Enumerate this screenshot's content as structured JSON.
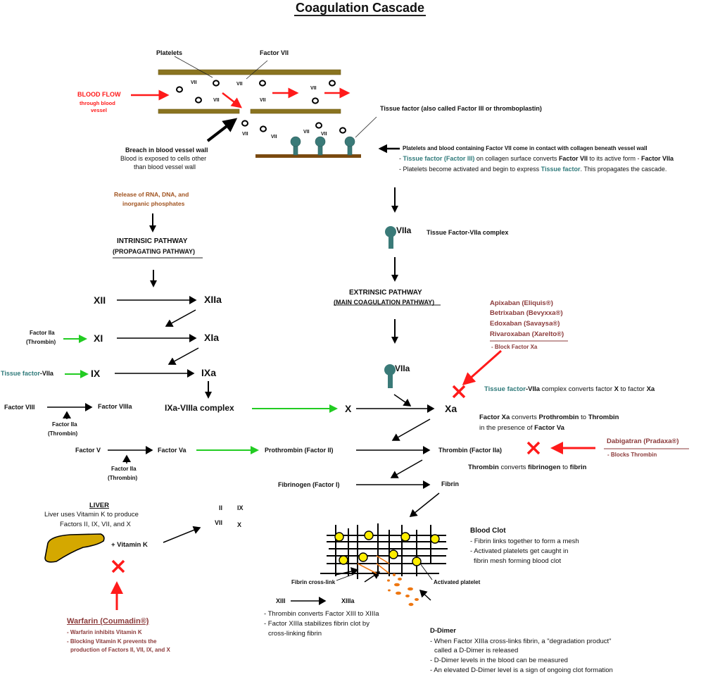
{
  "title": "Coagulation Cascade",
  "vessel": {
    "platelets_label": "Platelets",
    "factor_vii_label": "Factor VII",
    "vii_tag": "VII",
    "blood_flow": "BLOOD FLOW",
    "blood_flow_sub1": "through blood",
    "blood_flow_sub2": "vessel",
    "breach_title": "Breach in blood vessel wall",
    "breach_line1": "Blood is exposed to cells other",
    "breach_line2": "than blood vessel wall",
    "tissue_factor_label": "Tissue factor (also called Factor III or thromboplastin)",
    "contact_title": "Platelets and blood containing Factor VII come in contact with collagen beneath vessel wall",
    "contact_line1": {
      "p1": "- ",
      "tf": "Tissue factor (Factor III)",
      "p2": " on collagen surface converts ",
      "b1": "Factor VII",
      "p3": " to its active form - ",
      "b2": "Factor VIIa"
    },
    "contact_line2": {
      "p1": "- Platelets become activated and begin to express ",
      "tf": "Tissue factor",
      "p2": ". This propagates the cascade."
    }
  },
  "intrinsic": {
    "release_line1": "Release of RNA, DNA, and",
    "release_line2": "inorganic phosphates",
    "title": "INTRINSIC PATHWAY",
    "subtitle": "(PROPAGATING PATHWAY)",
    "xii": "XII",
    "xiia": "XIIa",
    "xi": "XI",
    "xia": "XIa",
    "ix": "IX",
    "ixa": "IXa",
    "thrombin_act_1": "Factor IIa",
    "thrombin_act_2": "(Thrombin)",
    "tf_vila_tf": "Tissue factor",
    "tf_vila_rest": "-VIIa",
    "ixa_viiia": "IXa-VIIIa complex"
  },
  "extrinsic": {
    "vila": "VIIa",
    "complex_label": "Tissue Factor-VIIa complex",
    "title": "EXTRINSIC PATHWAY",
    "subtitle": "(MAIN COAGULATION PATHWAY)",
    "x": "X",
    "xa": "Xa",
    "conv_x": {
      "tf": "Tissue factor",
      "b1": "-VIIa",
      "p1": " complex converts factor ",
      "b2": "X",
      "p2": " to factor ",
      "b3": "Xa"
    }
  },
  "xa_inhibitors": {
    "drugs": [
      "Apixaban (Eliquis®)",
      "Betrixaban (Bevyxxa®)",
      "Edoxaban (Savaysa®)",
      "Rivaroxaban (Xarelto®)"
    ],
    "effect": "- Block Factor Xa"
  },
  "cofactors": {
    "viii": "Factor VIII",
    "viiia": "Factor VIIIa",
    "v": "Factor V",
    "va": "Factor Va",
    "iia_1": "Factor IIa",
    "iia_2": "(Thrombin)"
  },
  "common": {
    "prothrombin": "Prothrombin (Factor II)",
    "thrombin": "Thrombin (Factor IIa)",
    "fibrinogen": "Fibrinogen (Factor I)",
    "fibrin": "Fibrin",
    "xa_note": {
      "b1": "Factor Xa",
      "p1": " converts ",
      "b2": "Prothrombin",
      "p2": " to ",
      "b3": "Thrombin"
    },
    "xa_note2": {
      "p1": "in the presence of ",
      "b1": "Factor Va"
    },
    "thrombin_note": {
      "b1": "Thrombin",
      "p1": " converts ",
      "b2": "fibrinogen",
      "p2": " to ",
      "b3": "fibrin"
    }
  },
  "dabigatran": {
    "drug": "Dabigatran (Pradaxa®)",
    "effect": "- Blocks Thrombin"
  },
  "liver": {
    "title": "LIVER",
    "line1": "Liver uses Vitamin K to produce",
    "line2": "Factors II, IX, VII, and X",
    "plus_vitk": "+  Vitamin K",
    "factors": [
      "II",
      "IX",
      "VII",
      "X"
    ]
  },
  "warfarin": {
    "drug": "Warfarin (Coumadin®)",
    "line1": "- Warfarin inhibits Vitamin K",
    "line2": "- Blocking Vitamin K prevents the",
    "line3": "production of Factors II, VII, IX, and X"
  },
  "clot": {
    "title": "Blood Clot",
    "line1": "- Fibrin links together to form a mesh",
    "line2": "- Activated platelets get caught in",
    "line3": "fibrin mesh forming blood clot",
    "crosslink_label": "Fibrin cross-link",
    "platelet_label": "Activated platelet"
  },
  "xiii": {
    "xiii": "XIII",
    "xiiia": "XIIIa",
    "line1": "- Thrombin converts Factor XIII to XIIIa",
    "line2": "- Factor XIIIa stabilizes fibrin clot by",
    "line3": "cross-linking fibrin"
  },
  "ddimer": {
    "title": "D-Dimer",
    "line1": "- When Factor XIIIa cross-links fibrin, a \"degradation product\"",
    "line2": "called a D-Dimer is released",
    "line3": "- D-Dimer levels in the blood can be measured",
    "line4": "- An elevated D-Dimer level is a sign of ongoing clot formation"
  },
  "colors": {
    "vessel_wall": "#8a7420",
    "collagen": "#7a4a10",
    "receptor": "#3a7a78",
    "arrow_red": "#ff1a1a",
    "arrow_green": "#22cc22",
    "liver": "#d4a800",
    "platelet_yellow": "#ffee00",
    "ddimer_orange": "#ee7711"
  }
}
